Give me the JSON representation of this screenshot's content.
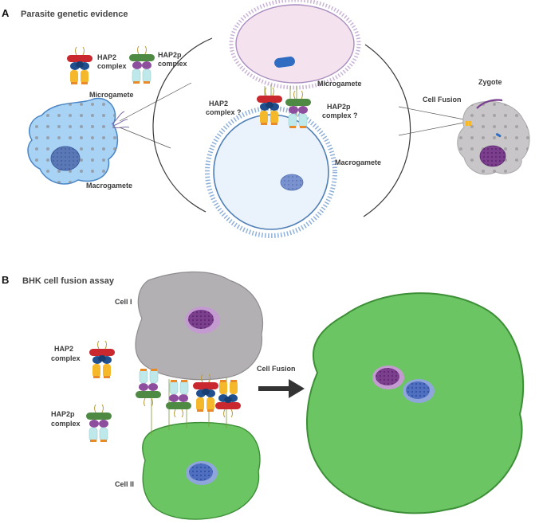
{
  "panel_a": {
    "letter": "A",
    "title": "Parasite genetic evidence",
    "labels": {
      "hap2_complex_1": "HAP2",
      "hap2_complex_2": "complex",
      "hap2p_complex_1": "HAP2p",
      "hap2p_complex_2": "complex",
      "microgamete_left": "Microgamete",
      "macrogamete_left": "Macrogamete",
      "hap2_q_1": "HAP2",
      "hap2_q_2": "complex ?",
      "hap2p_q_1": "HAP2p",
      "hap2p_q_2": "complex ?",
      "microgamete_center": "Microgamete",
      "macrogamete_center": "Macrogamete",
      "cell_fusion": "Cell Fusion",
      "zygote": "Zygote"
    }
  },
  "panel_b": {
    "letter": "B",
    "title": "BHK cell fusion assay",
    "labels": {
      "cell_i": "Cell I",
      "cell_ii": "Cell II",
      "hap2_complex_1": "HAP2",
      "hap2_complex_2": "complex",
      "hap2p_complex_1": "HAP2p",
      "hap2p_complex_2": "complex",
      "cell_fusion": "Cell Fusion"
    }
  },
  "colors": {
    "hap2_red": "#c8282e",
    "hap2_blue": "#1f4f8f",
    "hap2_yellow": "#f5b82a",
    "hap2p_green": "#4f8a44",
    "hap2p_purple": "#8e4e9e",
    "hap2p_cyan": "#bfe8ea",
    "membrane_orange": "#e98a2a",
    "macrogamete_blue": "#a9d3f5",
    "microgamete_pink": "#f4e3ef",
    "cell_grey": "#b3b0b3",
    "cell_green": "#6cc563",
    "nucleus_purple": "#7a3e8e",
    "nucleus_blue": "#4f6fc0"
  }
}
